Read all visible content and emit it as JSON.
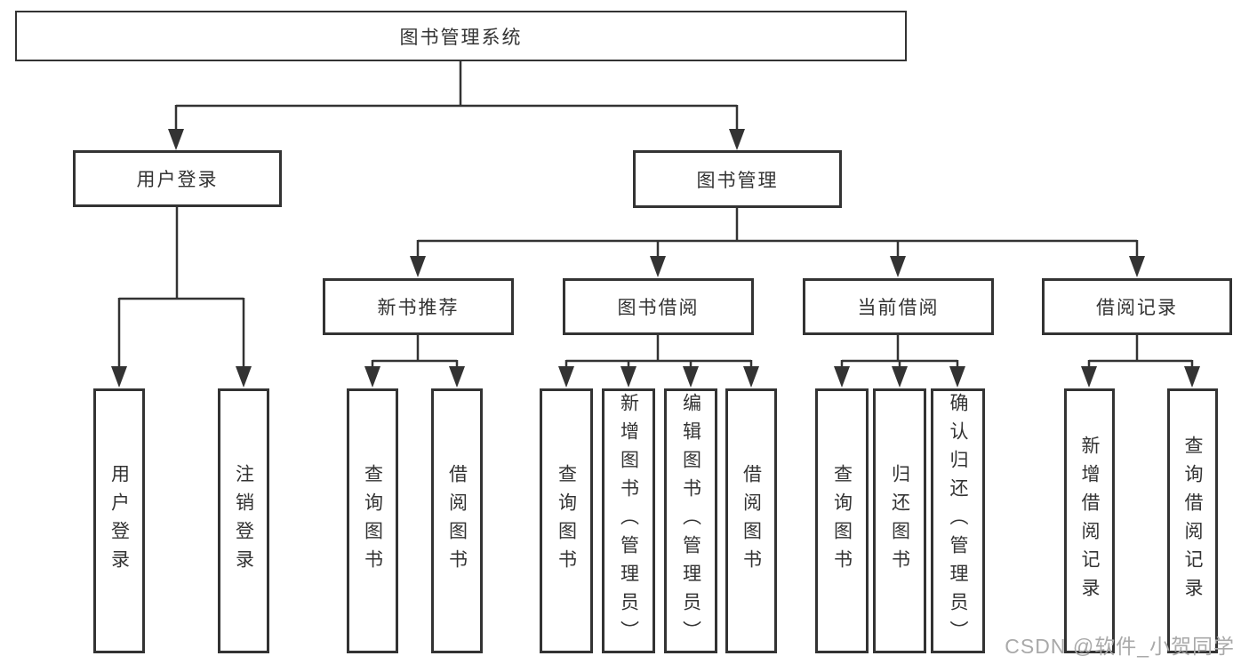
{
  "watermark": "CSDN @软件_小贺同学",
  "colors": {
    "line": "#333333",
    "box_border": "#333333",
    "text": "#333333",
    "background": "#ffffff",
    "watermark": "#a9a9a9"
  },
  "tree": {
    "root": {
      "label": "图书管理系统"
    },
    "branches": [
      {
        "label": "用户登录",
        "children": [
          {
            "label": "用户登录"
          },
          {
            "label": "注销登录"
          }
        ]
      },
      {
        "label": "图书管理",
        "children": [
          {
            "label": "新书推荐",
            "children": [
              {
                "label": "查询图书"
              },
              {
                "label": "借阅图书"
              }
            ]
          },
          {
            "label": "图书借阅",
            "children": [
              {
                "label": "查询图书"
              },
              {
                "label": "新增图书（管理员）"
              },
              {
                "label": "编辑图书（管理员）"
              },
              {
                "label": "借阅图书"
              }
            ]
          },
          {
            "label": "当前借阅",
            "children": [
              {
                "label": "查询图书"
              },
              {
                "label": "归还图书"
              },
              {
                "label": "确认归还（管理员）"
              }
            ]
          },
          {
            "label": "借阅记录",
            "children": [
              {
                "label": "新增借阅记录"
              },
              {
                "label": "查询借阅记录"
              }
            ]
          }
        ]
      }
    ]
  }
}
